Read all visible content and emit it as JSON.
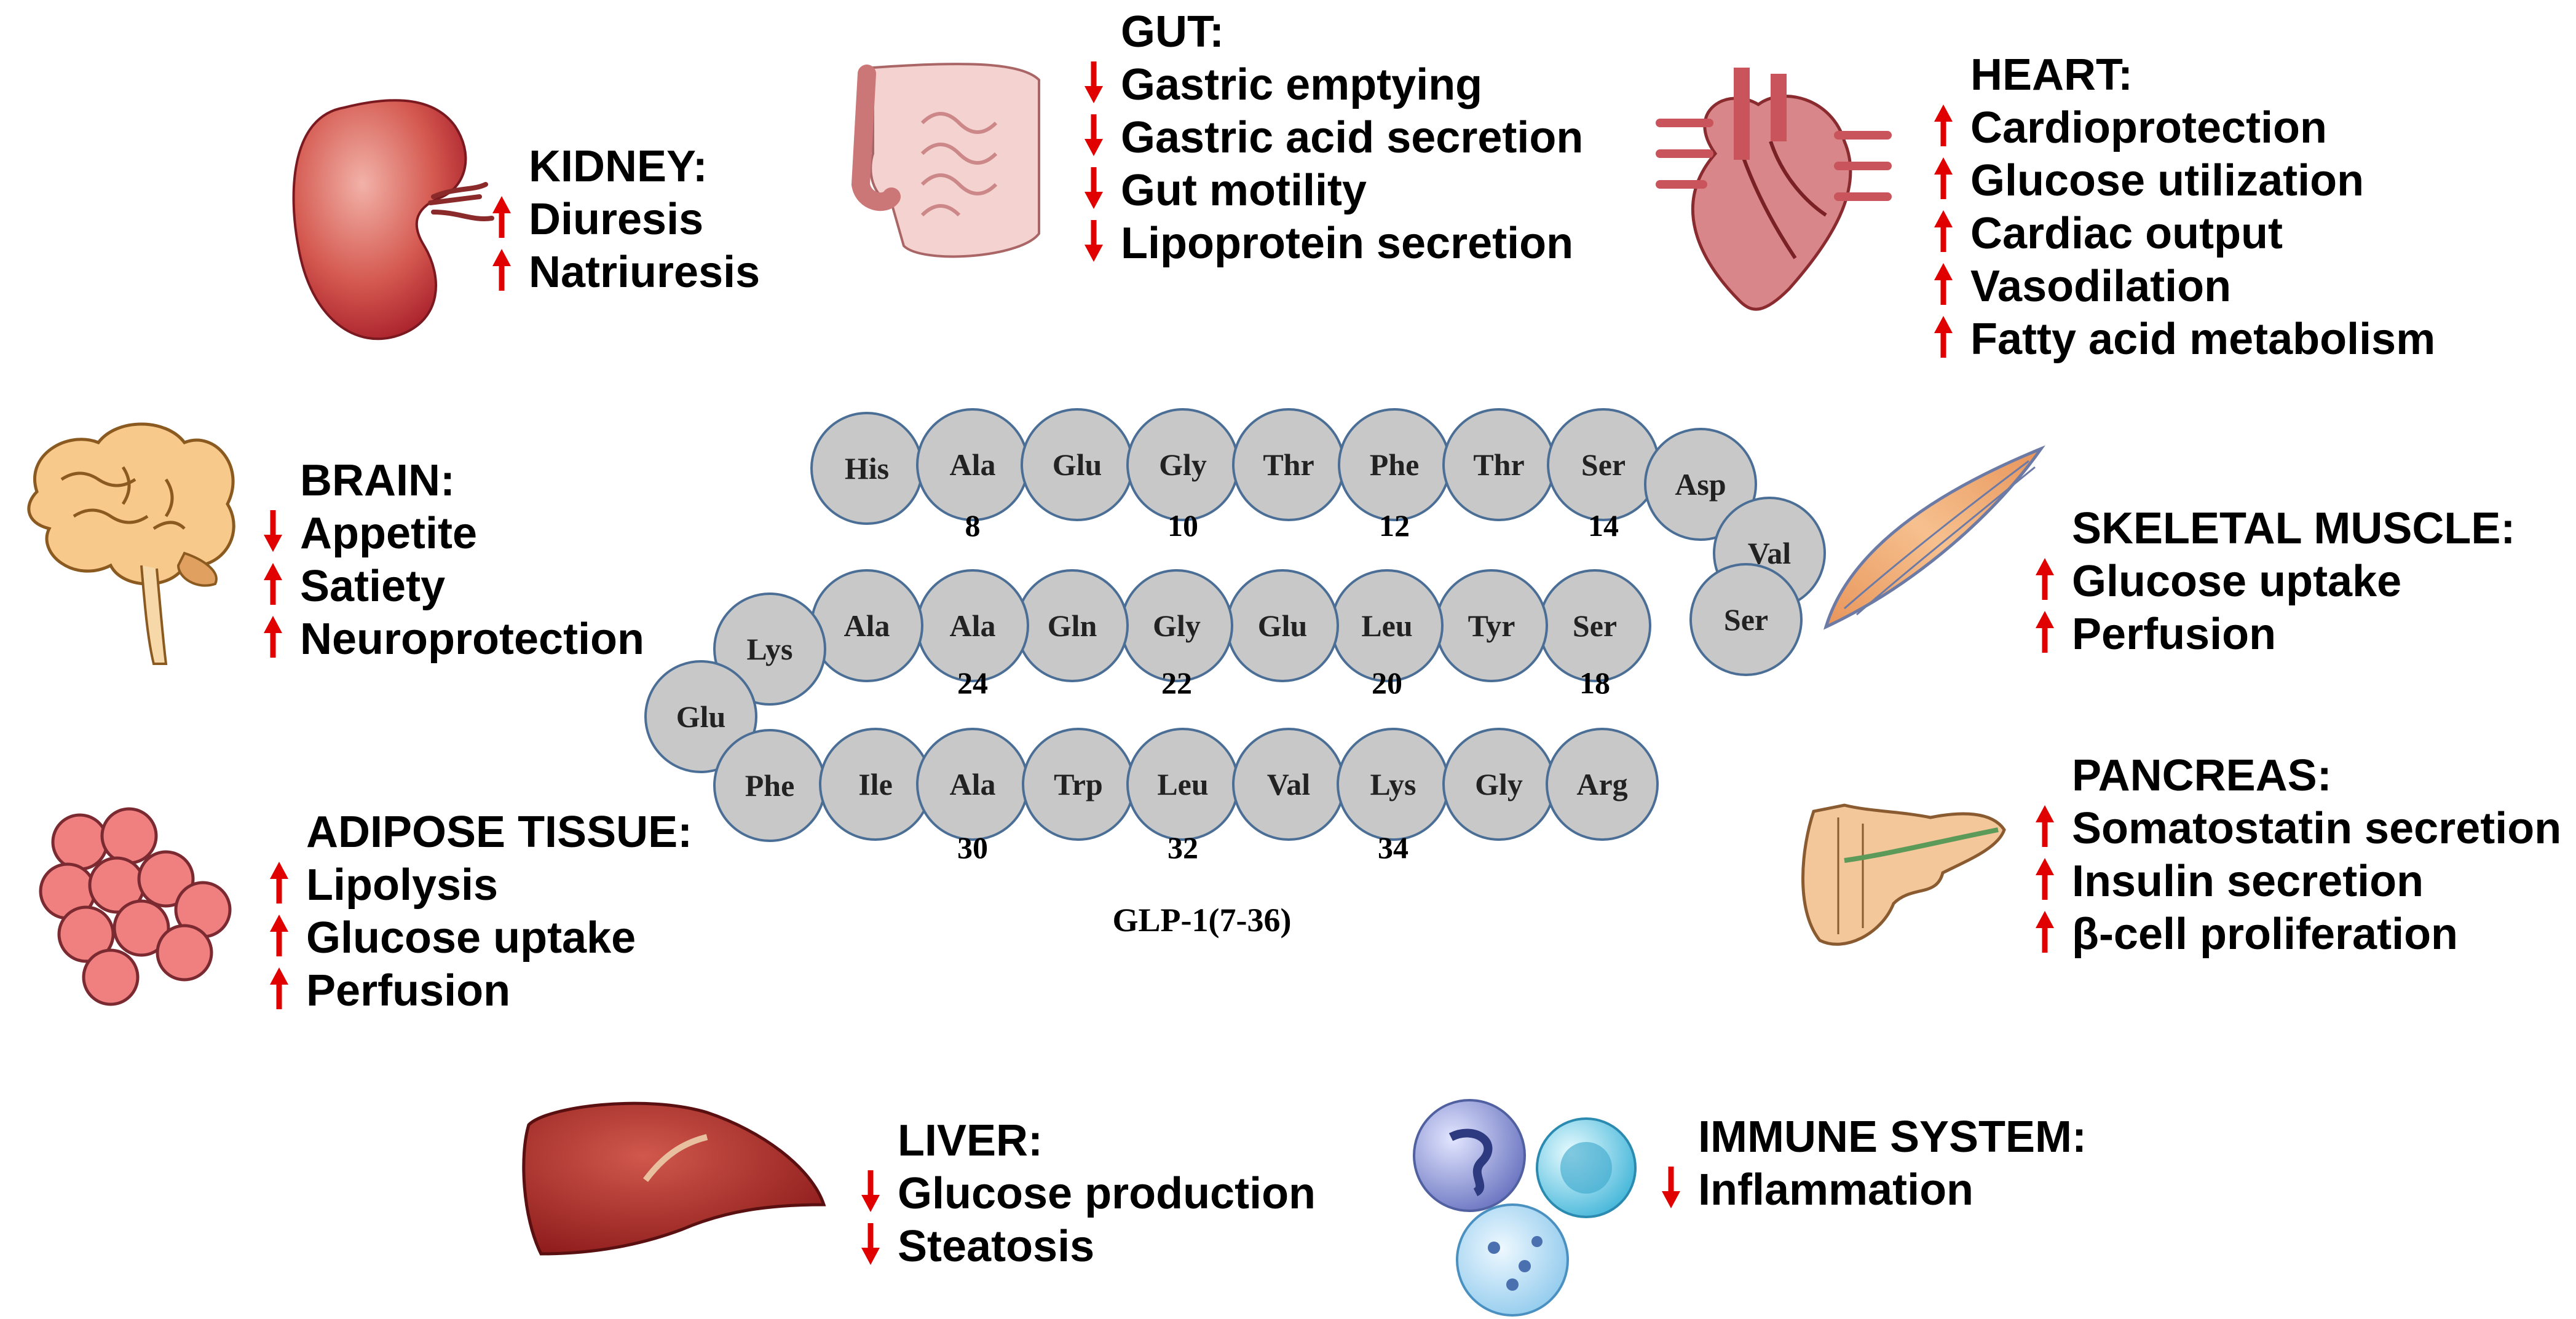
{
  "peptide": {
    "name": "GLP-1(7-36)",
    "residues": [
      "His",
      "Ala",
      "Glu",
      "Gly",
      "Thr",
      "Phe",
      "Thr",
      "Ser",
      "Asp",
      "Val",
      "Ser",
      "Ser",
      "Tyr",
      "Leu",
      "Glu",
      "Gly",
      "Gln",
      "Ala",
      "Ala",
      "Lys",
      "Glu",
      "Phe",
      "Ile",
      "Ala",
      "Trp",
      "Leu",
      "Val",
      "Lys",
      "Gly",
      "Arg"
    ],
    "position_labels": [
      "8",
      "10",
      "12",
      "14",
      "18",
      "20",
      "22",
      "24",
      "30",
      "32",
      "34"
    ]
  },
  "organs": [
    {
      "id": "kidney",
      "title": "KIDNEY:",
      "effects": [
        {
          "dir": "up",
          "text": "Diuresis"
        },
        {
          "dir": "up",
          "text": "Natriuresis"
        }
      ]
    },
    {
      "id": "gut",
      "title": "GUT:",
      "effects": [
        {
          "dir": "down",
          "text": "Gastric emptying"
        },
        {
          "dir": "down",
          "text": "Gastric acid secretion"
        },
        {
          "dir": "down",
          "text": "Gut motility"
        },
        {
          "dir": "down",
          "text": "Lipoprotein secretion"
        }
      ]
    },
    {
      "id": "heart",
      "title": "HEART:",
      "effects": [
        {
          "dir": "up",
          "text": "Cardioprotection"
        },
        {
          "dir": "up",
          "text": "Glucose utilization"
        },
        {
          "dir": "up",
          "text": "Cardiac output"
        },
        {
          "dir": "up",
          "text": "Vasodilation"
        },
        {
          "dir": "up",
          "text": "Fatty acid metabolism"
        }
      ]
    },
    {
      "id": "brain",
      "title": "BRAIN:",
      "effects": [
        {
          "dir": "down",
          "text": "Appetite"
        },
        {
          "dir": "up",
          "text": "Satiety"
        },
        {
          "dir": "up",
          "text": "Neuroprotection"
        }
      ]
    },
    {
      "id": "skeletal-muscle",
      "title": "SKELETAL MUSCLE:",
      "effects": [
        {
          "dir": "up",
          "text": "Glucose uptake"
        },
        {
          "dir": "up",
          "text": "Perfusion"
        }
      ]
    },
    {
      "id": "adipose",
      "title": "ADIPOSE TISSUE:",
      "effects": [
        {
          "dir": "up",
          "text": "Lipolysis"
        },
        {
          "dir": "up",
          "text": "Glucose uptake"
        },
        {
          "dir": "up",
          "text": "Perfusion"
        }
      ]
    },
    {
      "id": "pancreas",
      "title": "PANCREAS:",
      "effects": [
        {
          "dir": "up",
          "text": "Somatostatin secretion"
        },
        {
          "dir": "up",
          "text": "Insulin secretion"
        },
        {
          "dir": "up",
          "text": "β-cell proliferation"
        }
      ]
    },
    {
      "id": "liver",
      "title": "LIVER:",
      "effects": [
        {
          "dir": "down",
          "text": "Glucose production"
        },
        {
          "dir": "down",
          "text": "Steatosis"
        }
      ]
    },
    {
      "id": "immune",
      "title": "IMMUNE SYSTEM:",
      "effects": [
        {
          "dir": "down",
          "text": "Inflammation"
        }
      ]
    }
  ],
  "colors": {
    "arrow": "#e00000",
    "residue_fill": "#c8c8c8",
    "residue_stroke": "#4a6e95",
    "kidney": "#c0303a",
    "liver": "#a82424",
    "adipose": "#f08080",
    "muscle": "#f0b27a",
    "heart": "#c2555b",
    "gut": "#f0c8c8",
    "brain": "#f7c98a",
    "pancreas": "#f4c79a",
    "immune_a": "#8890d0",
    "immune_b": "#7fd0e6",
    "immune_c": "#a8d8f0"
  }
}
